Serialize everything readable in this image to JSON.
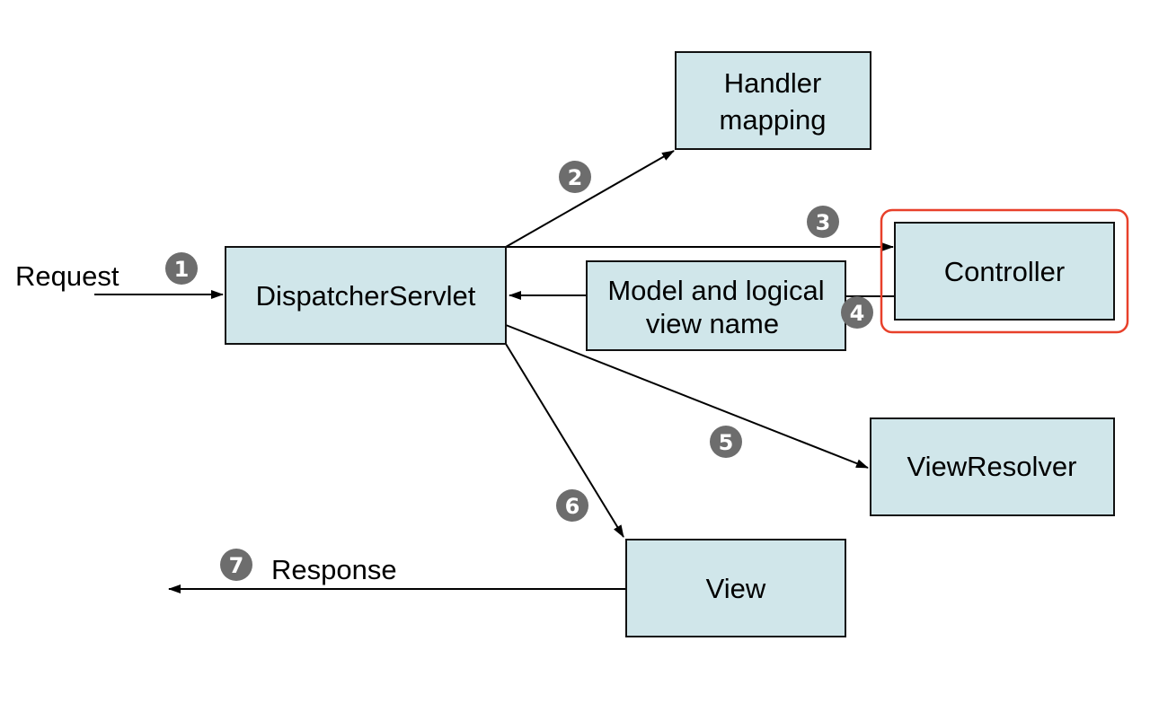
{
  "colors": {
    "node_fill": "#d0e6ea",
    "node_stroke": "#111111",
    "edge": "#000000",
    "badge": "#6d6d6d",
    "highlight": "#e8402a"
  },
  "nodes": {
    "dispatcher": "DispatcherServlet",
    "handler": [
      "Handler",
      "mapping"
    ],
    "controller": "Controller",
    "model": [
      "Model and logical",
      "view name"
    ],
    "view_resolver": "ViewResolver",
    "view": "View"
  },
  "labels": {
    "request": "Request",
    "response": "Response"
  },
  "steps": [
    "1",
    "2",
    "3",
    "4",
    "5",
    "6",
    "7"
  ]
}
